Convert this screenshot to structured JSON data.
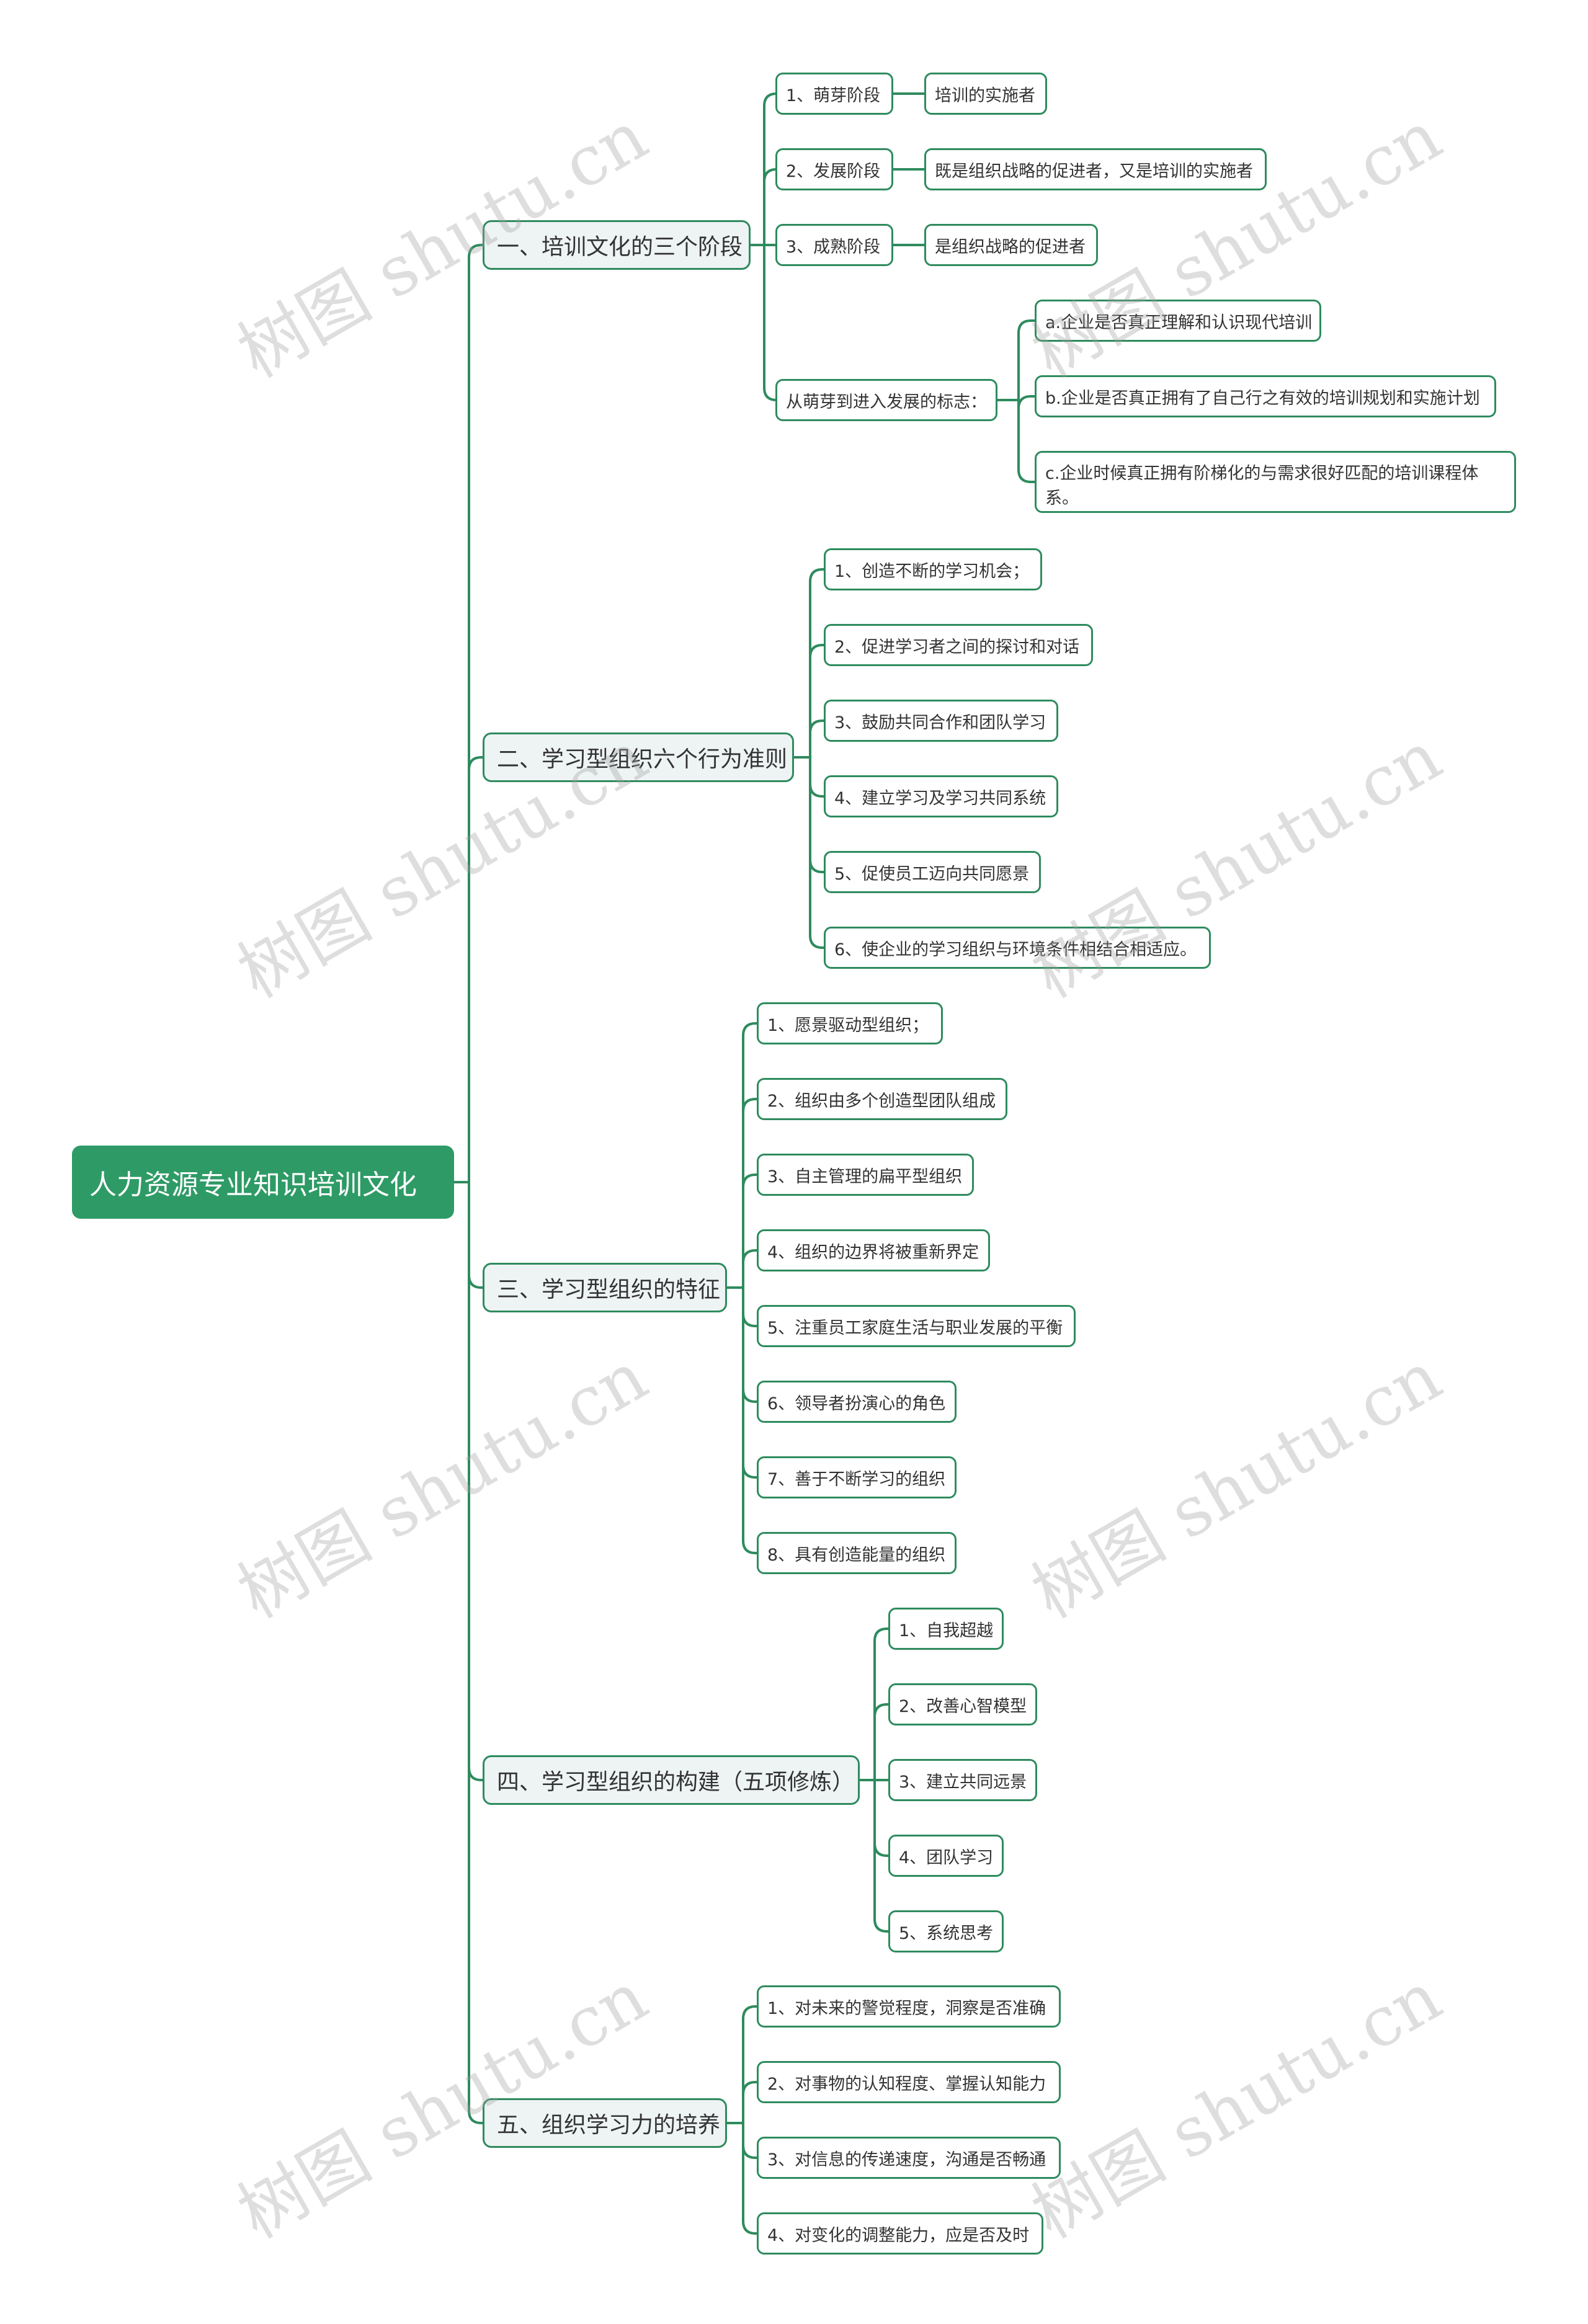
{
  "colors": {
    "accent": "#2e9b66",
    "line": "#2e8b5e",
    "branch_bg": "#eef3f4"
  },
  "root": {
    "label": "人力资源专业知识培训文化"
  },
  "branches": [
    {
      "label": "一、培训文化的三个阶段",
      "children": [
        {
          "label": "1、萌芽阶段",
          "children": [
            {
              "label": "培训的实施者"
            }
          ]
        },
        {
          "label": "2、发展阶段",
          "children": [
            {
              "label": "既是组织战略的促进者，又是培训的实施者"
            }
          ]
        },
        {
          "label": "3、成熟阶段",
          "children": [
            {
              "label": "是组织战略的促进者"
            }
          ]
        },
        {
          "label": "从萌芽到进入发展的标志：",
          "children": [
            {
              "label": "a.企业是否真正理解和认识现代培训"
            },
            {
              "label": "b.企业是否真正拥有了自己行之有效的培训规划和实施计划"
            },
            {
              "label": "c.企业时候真正拥有阶梯化的与需求很好匹配的培训课程体系。"
            }
          ]
        }
      ]
    },
    {
      "label": "二、学习型组织六个行为准则",
      "children": [
        {
          "label": "1、创造不断的学习机会；"
        },
        {
          "label": "2、促进学习者之间的探讨和对话"
        },
        {
          "label": "3、鼓励共同合作和团队学习"
        },
        {
          "label": "4、建立学习及学习共同系统"
        },
        {
          "label": "5、促使员工迈向共同愿景"
        },
        {
          "label": "6、使企业的学习组织与环境条件相结合相适应。"
        }
      ]
    },
    {
      "label": "三、学习型组织的特征",
      "children": [
        {
          "label": "1、愿景驱动型组织；"
        },
        {
          "label": "2、组织由多个创造型团队组成"
        },
        {
          "label": "3、自主管理的扁平型组织"
        },
        {
          "label": "4、组织的边界将被重新界定"
        },
        {
          "label": "5、注重员工家庭生活与职业发展的平衡"
        },
        {
          "label": "6、领导者扮演心的角色"
        },
        {
          "label": "7、善于不断学习的组织"
        },
        {
          "label": "8、具有创造能量的组织"
        }
      ]
    },
    {
      "label": "四、学习型组织的构建（五项修炼）",
      "children": [
        {
          "label": "1、自我超越"
        },
        {
          "label": "2、改善心智模型"
        },
        {
          "label": "3、建立共同远景"
        },
        {
          "label": "4、团队学习"
        },
        {
          "label": "5、系统思考"
        }
      ]
    },
    {
      "label": "五、组织学习力的培养",
      "children": [
        {
          "label": "1、对未来的警觉程度，洞察是否准确"
        },
        {
          "label": "2、对事物的认知程度、掌握认知能力"
        },
        {
          "label": "3、对信息的传递速度，沟通是否畅通"
        },
        {
          "label": "4、对变化的调整能力，应是否及时"
        }
      ]
    }
  ],
  "watermark": "树图 shutu.cn"
}
